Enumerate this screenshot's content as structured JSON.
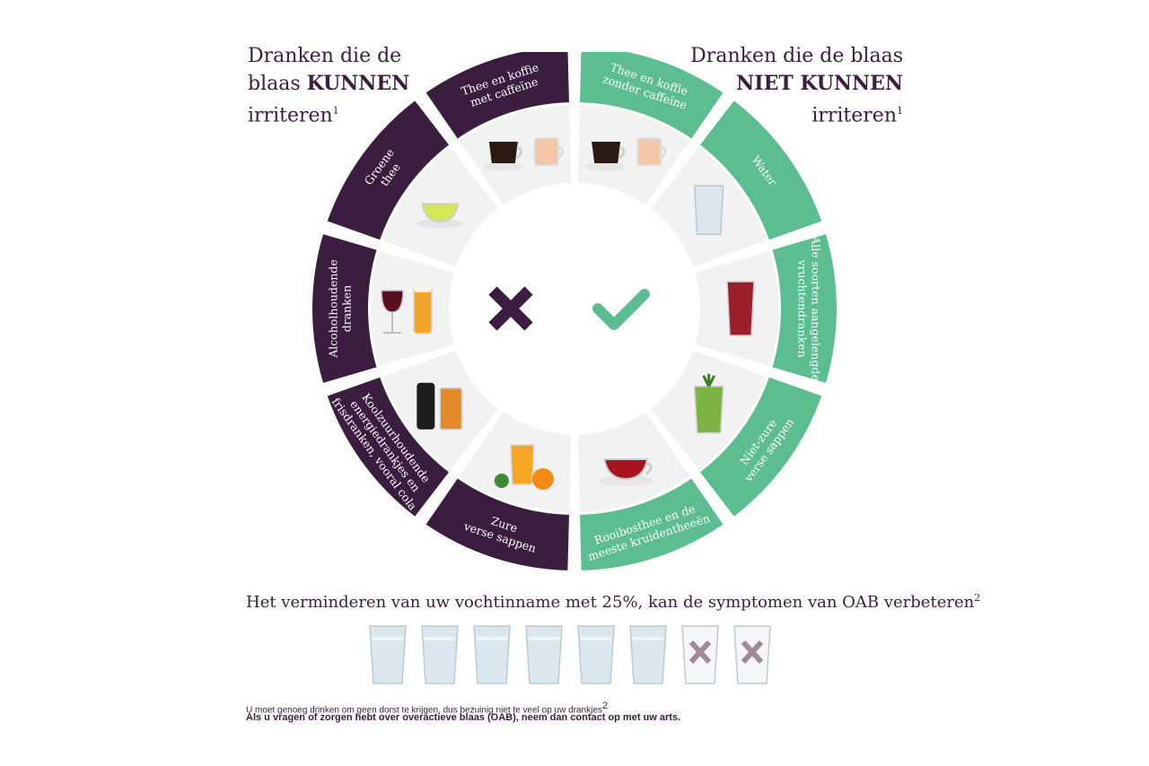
{
  "title_left": {
    "line1": "Dranken die de",
    "line2_pre": "blaas ",
    "line2_bold": "KUNNEN",
    "line3": "irriteren",
    "sup": "1"
  },
  "title_right": {
    "line1": "Dranken die de blaas",
    "line2_bold": "NIET KUNNEN",
    "line3": "irriteren",
    "sup": "1"
  },
  "left_segments": [
    {
      "lines": [
        "Thee en koffie",
        "met caffeïne"
      ]
    },
    {
      "lines": [
        "Groene",
        "thee"
      ]
    },
    {
      "lines": [
        "Alcoholhoudende",
        "dranken"
      ]
    },
    {
      "lines": [
        "Koolzuurhoudende",
        "energiedrankjes en",
        "frisdranken, vooral cola"
      ]
    },
    {
      "lines": [
        "Zure",
        "verse sappen"
      ]
    }
  ],
  "right_segments": [
    {
      "lines": [
        "Thee en koffie",
        "zonder caffeïne"
      ]
    },
    {
      "lines": [
        "Water"
      ]
    },
    {
      "lines": [
        "Alle soorten aangelengde",
        "vruchtendranken"
      ]
    },
    {
      "lines": [
        "Niet-zure",
        "verse sappen"
      ]
    },
    {
      "lines": [
        "Rooibosthee en de",
        "meeste kruidentheeën"
      ]
    }
  ],
  "center_icons": {
    "left": "cross-icon",
    "right": "check-icon"
  },
  "reduce": {
    "text": "Het verminderen van uw vochtinname met 25%, kan de symptomen van OAB verbeteren",
    "sup": "2"
  },
  "glasses": {
    "total": 8,
    "crossed": 2
  },
  "footnote": {
    "text": "U moet genoeg drinken om geen dorst te krijgen, dus bezuinig niet te veel op uw drankjes",
    "sup": "2"
  },
  "footnote_bold": "Als u vragen of zorgen hebt over overactieve blaas (OAB), neem dan contact op met uw arts.",
  "colors": {
    "purple": "#3b1d3f",
    "green": "#5bbd90",
    "light": "#f2f2f2",
    "glass": "#c9dde6",
    "cross": "#a08a99"
  }
}
